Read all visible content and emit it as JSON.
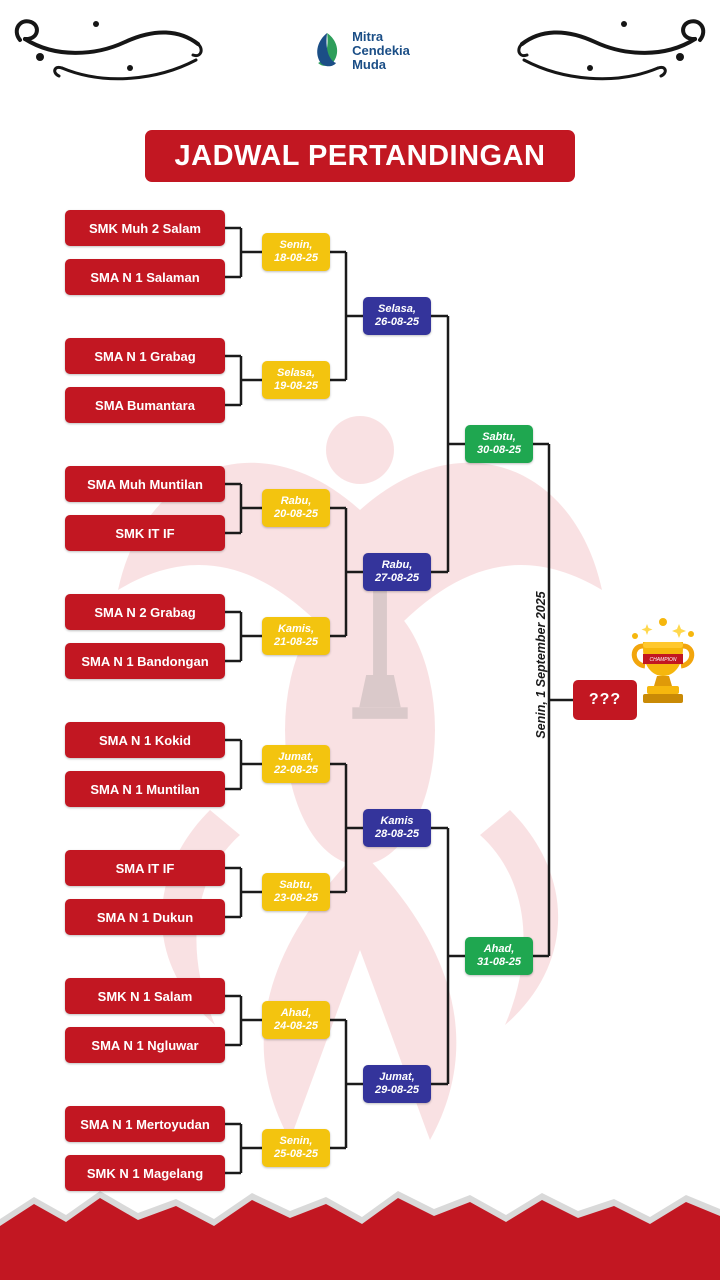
{
  "logo": {
    "name_lines": [
      "Mitra",
      "Cendekia",
      "Muda"
    ]
  },
  "title": "JADWAL PERTANDINGAN",
  "colors": {
    "primary_red": "#C21722",
    "round1_yellow": "#F3C40F",
    "quarterfinal_navy": "#34349B",
    "semifinal_green": "#1FA750",
    "connector_black": "#1b1b1b"
  },
  "bracket": {
    "teams": [
      "SMK Muh 2 Salam",
      "SMA N 1 Salaman",
      "SMA N 1 Grabag",
      "SMA Bumantara",
      "SMA Muh Muntilan",
      "SMK IT IF",
      "SMA N 2 Grabag",
      "SMA N 1 Bandongan",
      "SMA N 1 Kokid",
      "SMA N 1 Muntilan",
      "SMA IT IF",
      "SMA N 1 Dukun",
      "SMK N 1 Salam",
      "SMA N 1 Ngluwar",
      "SMA N 1 Mertoyudan",
      "SMK N 1 Magelang"
    ],
    "round1": [
      {
        "day": "Senin,",
        "date": "18-08-25"
      },
      {
        "day": "Selasa,",
        "date": "19-08-25"
      },
      {
        "day": "Rabu,",
        "date": "20-08-25"
      },
      {
        "day": "Kamis,",
        "date": "21-08-25"
      },
      {
        "day": "Jumat,",
        "date": "22-08-25"
      },
      {
        "day": "Sabtu,",
        "date": "23-08-25"
      },
      {
        "day": "Ahad,",
        "date": "24-08-25"
      },
      {
        "day": "Senin,",
        "date": "25-08-25"
      }
    ],
    "quarterfinals": [
      {
        "day": "Selasa,",
        "date": "26-08-25"
      },
      {
        "day": "Rabu,",
        "date": "27-08-25"
      },
      {
        "day": "Kamis",
        "date": "28-08-25"
      },
      {
        "day": "Jumat,",
        "date": "29-08-25"
      }
    ],
    "semifinals": [
      {
        "day": "Sabtu,",
        "date": "30-08-25"
      },
      {
        "day": "Ahad,",
        "date": "31-08-25"
      }
    ],
    "final": {
      "date_text": "Senin, 1 September 2025",
      "champion_label": "???"
    }
  },
  "trophy": {
    "band_text": "CHAMPION"
  }
}
